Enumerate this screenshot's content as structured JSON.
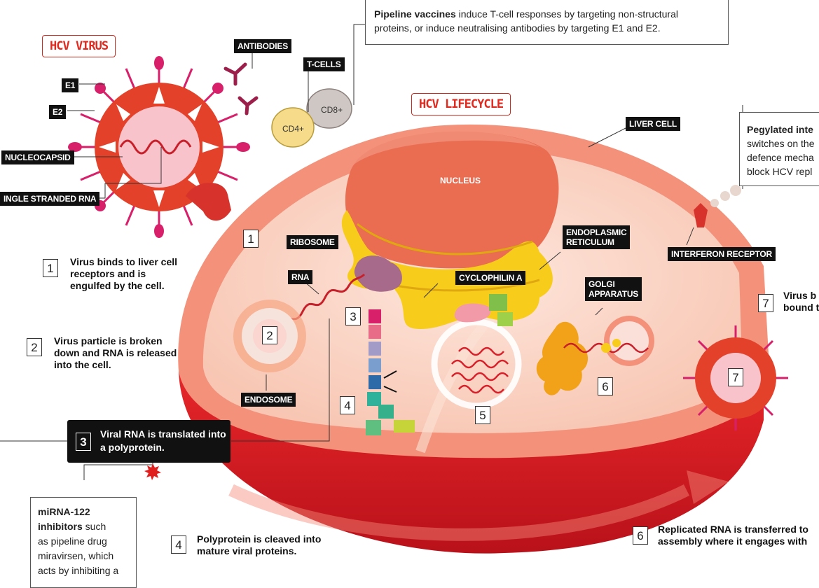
{
  "headers": {
    "hcv_virus": "HCV VIRUS",
    "hcv_lifecycle": "HCV LIFECYCLE"
  },
  "labels": {
    "e1": "E1",
    "e2": "E2",
    "nucleocapsid": "NUCLEOCAPSID",
    "single_stranded_rna": "INGLE STRANDED RNA",
    "antibodies": "ANTIBODIES",
    "t_cells": "T-CELLS",
    "cd4": "CD4+",
    "cd8": "CD8+",
    "liver_cell": "LIVER CELL",
    "nucleus": "NUCLEUS",
    "ribosome": "RIBOSOME",
    "rna": "RNA",
    "endoplasmic_reticulum_1": "ENDOPLASMIC",
    "endoplasmic_reticulum_2": "RETICULUM",
    "cyclophilin_a": "CYCLOPHILIN A",
    "golgi_1": "GOLGI",
    "golgi_2": "APPARATUS",
    "endosome": "ENDOSOME",
    "interferon_receptor": "INTERFERON RECEPTOR"
  },
  "diagram_numbers": {
    "n1": "1",
    "n2": "2",
    "n3": "3",
    "n4": "4",
    "n5": "5",
    "n6": "6",
    "n7": "7"
  },
  "steps": {
    "s1_num": "1",
    "s1_text": "Virus binds to liver cell receptors and is engulfed by the cell.",
    "s2_num": "2",
    "s2_text": "Virus particle is broken down and RNA is released into the cell.",
    "s3_num": "3",
    "s3_text": "Viral RNA is translated into a polyprotein.",
    "s4_num": "4",
    "s4_text": "Polyprotein is cleaved into mature viral proteins.",
    "s6_num": "6",
    "s6_text_1": "Replicated RNA is transferred to",
    "s6_text_2": "assembly where it engages with",
    "s7_num": "7",
    "s7_text_1": "Virus b",
    "s7_text_2": "bound t"
  },
  "callouts": {
    "pipeline_bold": "Pipeline vaccines",
    "pipeline_rest_1": " induce T-cell responses by targeting non-structural",
    "pipeline_rest_2": "proteins, or induce neutralising antibodies by targeting E1 and E2.",
    "peg_line_1": "Pegylated inte",
    "peg_line_2": "switches on the",
    "peg_line_3": "defence mecha",
    "peg_line_4": "block HCV repl",
    "mirna_line_1": "miRNA-122",
    "mirna_line_2": "inhibitors",
    "mirna_line_2b": " such",
    "mirna_line_3": "as pipeline drug",
    "mirna_line_4": "miravirsen, which",
    "mirna_line_5": "acts by inhibiting a"
  },
  "colors": {
    "virus_red": "#e3412a",
    "spike_pink": "#d8206a",
    "cell_outer": "#f3917a",
    "cell_inner": "#fbd7c9",
    "nucleus": "#ea6d52",
    "er_yellow": "#f7cc1a",
    "cell_base_red": "#d91c1f",
    "header_red": "#e02a1f"
  }
}
